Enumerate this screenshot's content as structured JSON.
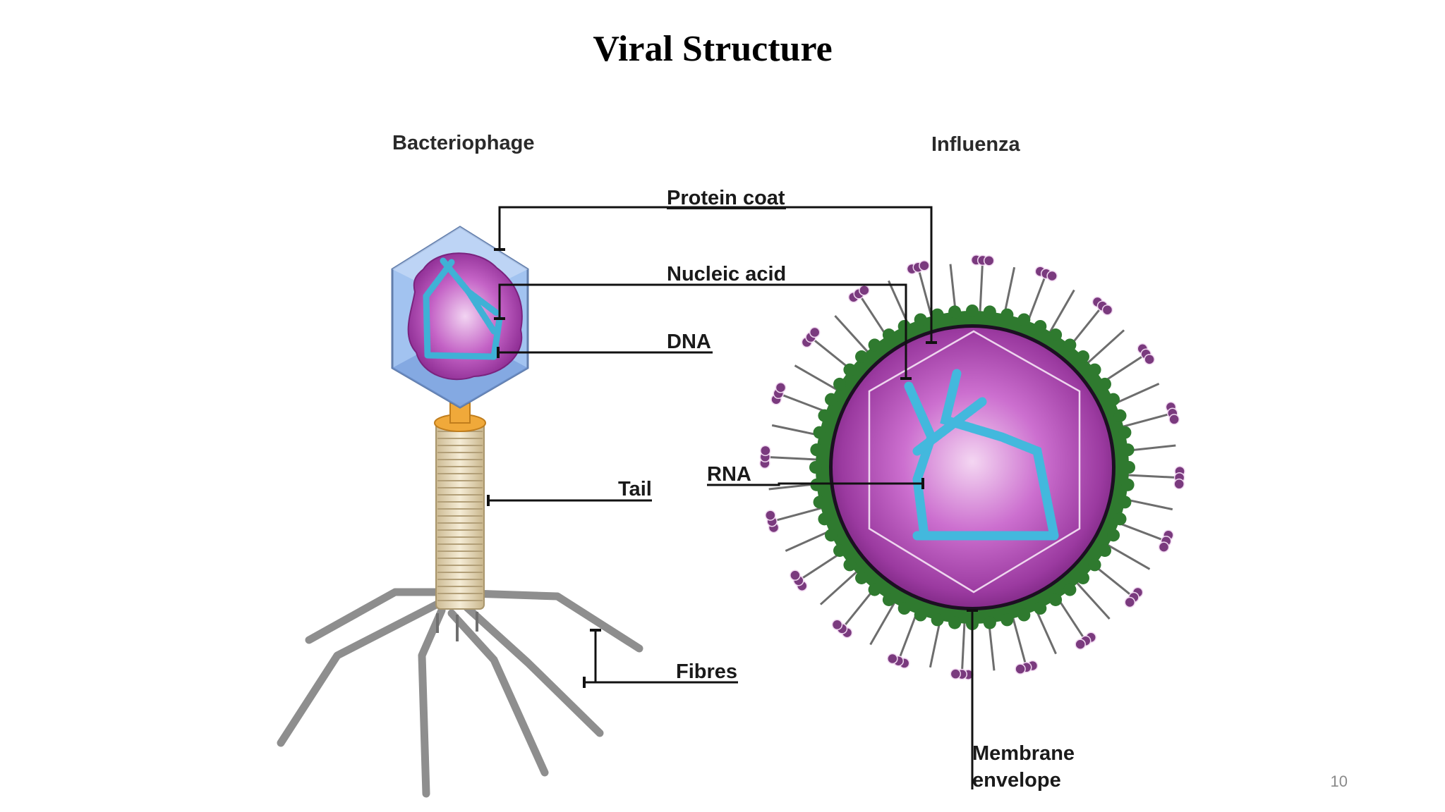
{
  "slide": {
    "title": "Viral Structure",
    "page_number": "10"
  },
  "diagram": {
    "headings": {
      "left": "Bacteriophage",
      "right": "Influenza"
    },
    "labels": {
      "protein_coat": "Protein coat",
      "nucleic_acid": "Nucleic acid",
      "dna": "DNA",
      "tail": "Tail",
      "fibres": "Fibres",
      "rna": "RNA",
      "membrane_line1": "Membrane",
      "membrane_line2": "envelope"
    },
    "colors": {
      "capsid": "#7aa6e6",
      "nucleic_core": "#a63fa8",
      "genome_strand": "#3fb1d6",
      "tail": "#e9dcc0",
      "collar": "#f0a93a",
      "fibres": "#8e8e8e",
      "envelope": "#2f7a2f",
      "virion_interior": "#9b3aa0",
      "spike": "#7a3a7e"
    }
  }
}
